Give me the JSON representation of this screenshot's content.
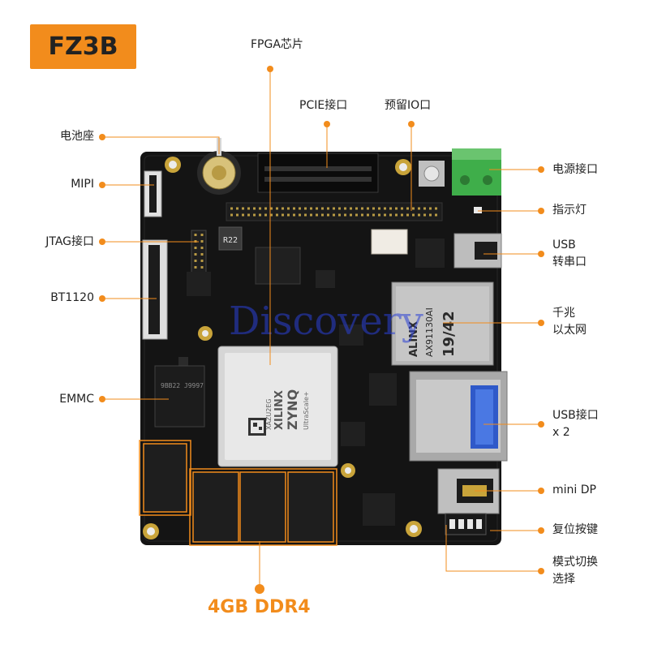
{
  "badge": "FZ3B",
  "colors": {
    "accent": "#f28c1c",
    "board": "#141414",
    "text": "#222222"
  },
  "callouts": {
    "fpga": "FPGA芯片",
    "pcie": "PCIE接口",
    "reserved_io": "预留IO口",
    "battery": "电池座",
    "mipi": "MIPI",
    "jtag": "JTAG接口",
    "bt1120": "BT1120",
    "emmc": "EMMC",
    "power": "电源接口",
    "indicator": "指示灯",
    "usb_uart": "USB\n转串口",
    "gigabit_eth": "千兆\n以太网",
    "usb_x2": "USB接口\nx 2",
    "mini_dp": "mini DP",
    "reset": "复位按键",
    "mode_switch": "模式切换\n选择",
    "ddr4": "4GB DDR4"
  },
  "board_markings": {
    "soc_brand": "XILINX",
    "soc_family": "ZYNQ",
    "soc_sub": "UltraScale+",
    "soc_part": "XAZU2EG",
    "rj45_brand": "ALINX",
    "rj45_part": "AX91130AI",
    "rj45_date": "19/42",
    "inductor": "R22",
    "emmc_marking": "9BB22\nJ9997"
  },
  "watermark": "Discovery"
}
